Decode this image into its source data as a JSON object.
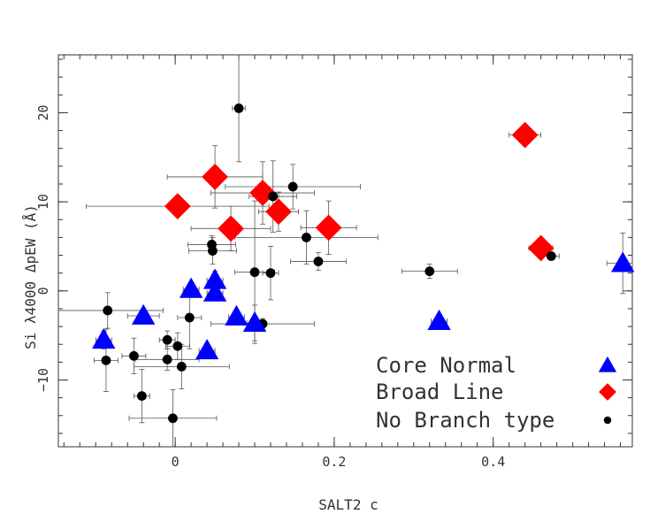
{
  "chart_data": {
    "type": "scatter",
    "xlabel": "SALT2 c",
    "ylabel": "Si λ4000 ΔpEW (Å)",
    "xlim": [
      -0.147,
      0.575
    ],
    "ylim": [
      -17.5,
      26.5
    ],
    "x_ticks": [
      0,
      0.2,
      0.4
    ],
    "y_ticks": [
      -10,
      0,
      10,
      20
    ],
    "x_tick_labels": [
      "0",
      "0.2",
      "0.4"
    ],
    "y_tick_labels": [
      "−10",
      "0",
      "10",
      "20"
    ],
    "grid": false,
    "legend": {
      "position": "bottom-right"
    },
    "series": [
      {
        "name": "Core Normal",
        "marker": "triangle",
        "color": "#0000ff",
        "points": [
          {
            "x": -0.09,
            "y": -5.5,
            "xerr": 0.01,
            "yerr": 1.0
          },
          {
            "x": -0.04,
            "y": -2.8,
            "xerr": 0.02,
            "yerr": 0.6
          },
          {
            "x": 0.02,
            "y": 0.2,
            "xerr": 0.01,
            "yerr": 0.8
          },
          {
            "x": 0.04,
            "y": -6.7,
            "xerr": 0.01,
            "yerr": 0.7
          },
          {
            "x": 0.05,
            "y": 1.2,
            "xerr": 0.01,
            "yerr": 1.0
          },
          {
            "x": 0.05,
            "y": -0.2,
            "xerr": 0.01,
            "yerr": 0.8
          },
          {
            "x": 0.077,
            "y": -2.9,
            "xerr": 0.01,
            "yerr": 0.6
          },
          {
            "x": 0.1,
            "y": -3.6,
            "xerr": 0.01,
            "yerr": 2.0
          },
          {
            "x": 0.332,
            "y": -3.4,
            "xerr": 0.01,
            "yerr": 0.6
          },
          {
            "x": 0.563,
            "y": 3.1,
            "xerr": 0.02,
            "yerr": 3.4
          }
        ]
      },
      {
        "name": "Broad Line",
        "marker": "diamond",
        "color": "#ff0000",
        "points": [
          {
            "x": 0.003,
            "y": 9.5,
            "xerr": 0.115,
            "yerr": 0.5
          },
          {
            "x": 0.05,
            "y": 12.8,
            "xerr": 0.06,
            "yerr": 3.5
          },
          {
            "x": 0.07,
            "y": 7.0,
            "xerr": 0.05,
            "yerr": 2.5
          },
          {
            "x": 0.11,
            "y": 11.0,
            "xerr": 0.065,
            "yerr": 3.5
          },
          {
            "x": 0.13,
            "y": 8.9,
            "xerr": 0.025,
            "yerr": 2.2
          },
          {
            "x": 0.193,
            "y": 7.1,
            "xerr": 0.035,
            "yerr": 3.0
          },
          {
            "x": 0.44,
            "y": 17.5,
            "xerr": 0.02,
            "yerr": 0.6
          },
          {
            "x": 0.46,
            "y": 4.8,
            "xerr": 0.015,
            "yerr": 0.6
          }
        ]
      },
      {
        "name": "No Branch type",
        "marker": "circle",
        "color": "#000000",
        "points": [
          {
            "x": -0.085,
            "y": -2.2,
            "xerr": 0.07,
            "yerr": 2.0
          },
          {
            "x": -0.087,
            "y": -7.8,
            "xerr": 0.015,
            "yerr": 3.5
          },
          {
            "x": -0.052,
            "y": -7.3,
            "xerr": 0.015,
            "yerr": 2.0
          },
          {
            "x": -0.042,
            "y": -11.8,
            "xerr": 0.01,
            "yerr": 3.0
          },
          {
            "x": -0.01,
            "y": -5.5,
            "xerr": 0.01,
            "yerr": 1.0
          },
          {
            "x": -0.01,
            "y": -7.7,
            "xerr": 0.04,
            "yerr": 1.2
          },
          {
            "x": 0.003,
            "y": -6.2,
            "xerr": 0.015,
            "yerr": 1.5
          },
          {
            "x": 0.008,
            "y": -8.5,
            "xerr": 0.06,
            "yerr": 2.5
          },
          {
            "x": 0.018,
            "y": -3.0,
            "xerr": 0.015,
            "yerr": 3.5
          },
          {
            "x": -0.003,
            "y": -14.3,
            "xerr": 0.055,
            "yerr": 3.2
          },
          {
            "x": 0.046,
            "y": 5.2,
            "xerr": 0.03,
            "yerr": 1.0
          },
          {
            "x": 0.047,
            "y": 4.5,
            "xerr": 0.03,
            "yerr": 1.5
          },
          {
            "x": 0.08,
            "y": 20.5,
            "xerr": 0.008,
            "yerr": 6.0
          },
          {
            "x": 0.1,
            "y": 2.1,
            "xerr": 0.025,
            "yerr": 8.0
          },
          {
            "x": 0.12,
            "y": 2.0,
            "xerr": 0.01,
            "yerr": 3.0
          },
          {
            "x": 0.11,
            "y": -3.7,
            "xerr": 0.065,
            "yerr": 0.6
          },
          {
            "x": 0.123,
            "y": 10.6,
            "xerr": 0.03,
            "yerr": 4.0
          },
          {
            "x": 0.148,
            "y": 11.7,
            "xerr": 0.085,
            "yerr": 2.5
          },
          {
            "x": 0.165,
            "y": 6.0,
            "xerr": 0.09,
            "yerr": 3.0
          },
          {
            "x": 0.18,
            "y": 3.3,
            "xerr": 0.035,
            "yerr": 1.0
          },
          {
            "x": 0.32,
            "y": 2.2,
            "xerr": 0.035,
            "yerr": 0.8
          },
          {
            "x": 0.473,
            "y": 3.9,
            "xerr": 0.01,
            "yerr": 0.4
          }
        ]
      }
    ]
  }
}
